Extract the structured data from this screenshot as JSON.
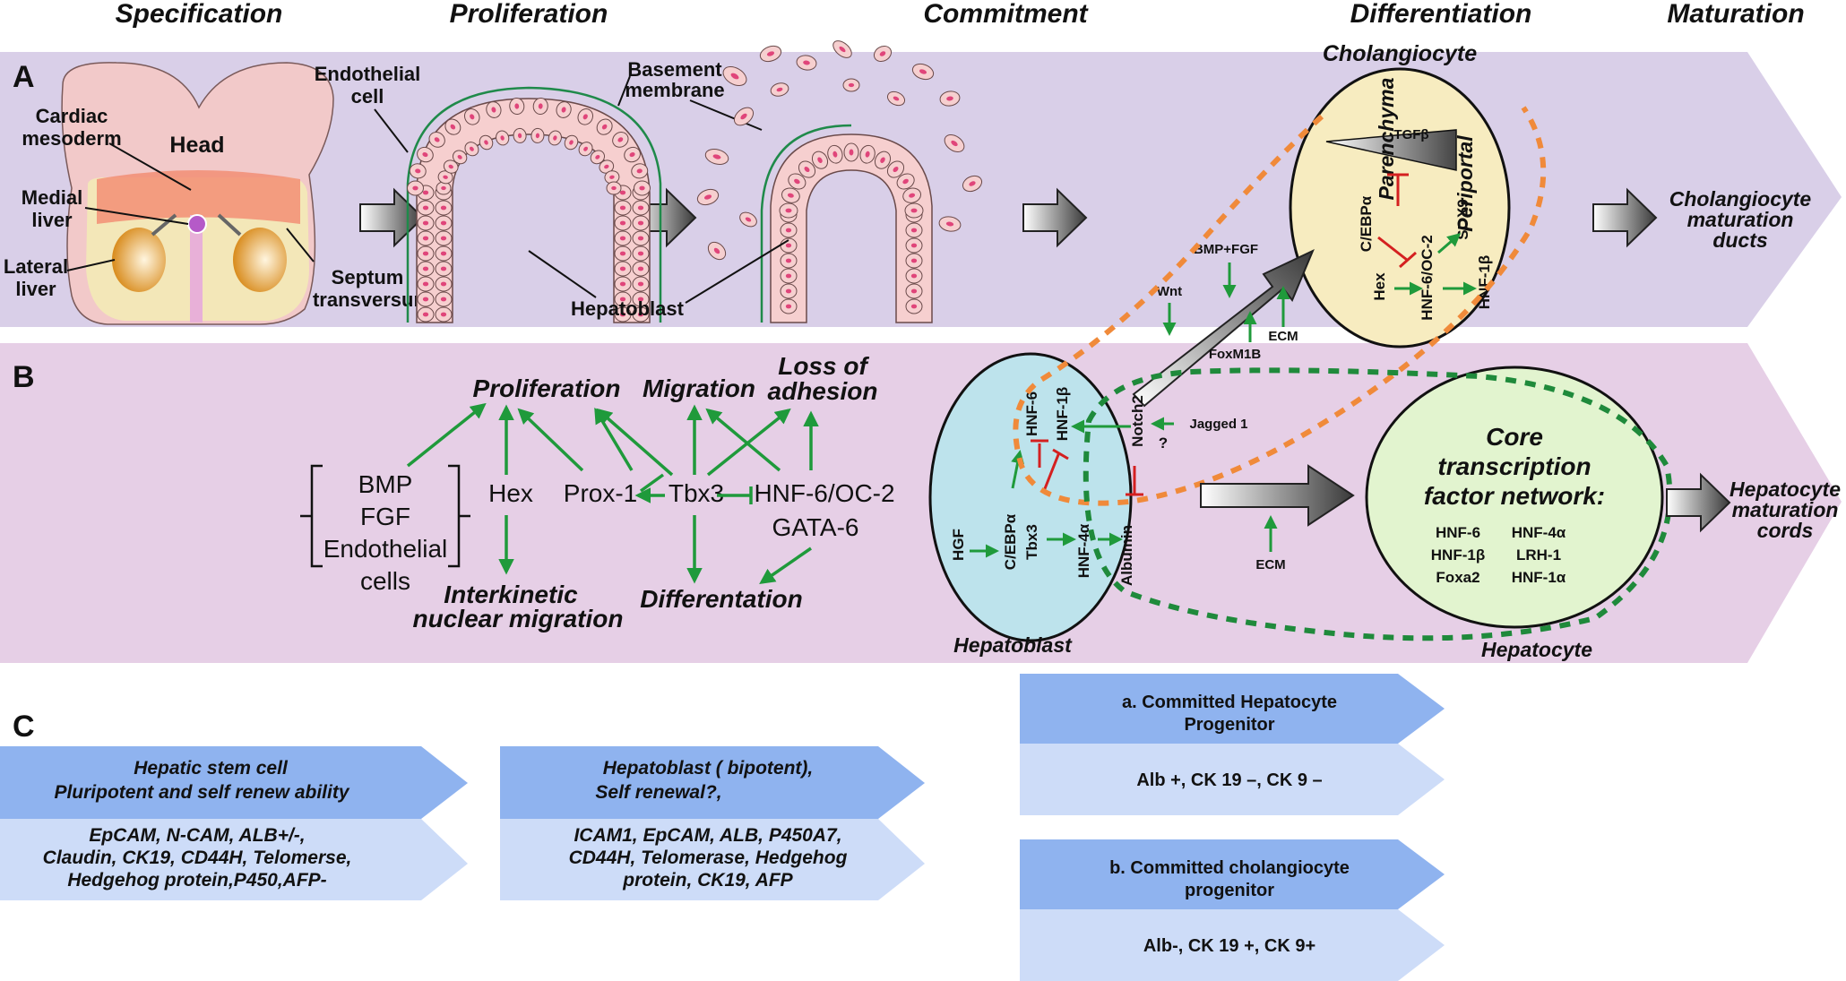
{
  "stages": [
    "Specification",
    "Proliferation",
    "Commitment",
    "Differentiation",
    "Maturation"
  ],
  "panels": {
    "a": "A",
    "b": "B",
    "c": "C"
  },
  "panel_a": {
    "head": "Head",
    "cardiac_mesoderm": [
      "Cardiac",
      "mesoderm"
    ],
    "medial_liver": [
      "Medial",
      "liver"
    ],
    "lateral_liver": [
      "Lateral",
      "liver"
    ],
    "septum_transversum": [
      "Septum",
      "transversum"
    ],
    "endothelial_cell": [
      "Endothelial",
      "cell"
    ],
    "basement_membrane": [
      "Basement",
      "membrane"
    ],
    "hepatoblast": "Hepatoblast",
    "cholangiocyte": "Cholangiocyte",
    "parenchyma": "Parenchyma",
    "periportal": "Periportal",
    "tgfb": "TGFβ",
    "cebpa": "C/EBPα",
    "hex": "Hex",
    "hnf6_oc2": "HNF-6/OC-2",
    "sox9": "SOX9",
    "hnf1b": "HNF-1β",
    "cholangiocyte_maturation": [
      "Cholangiocyte",
      "maturation",
      "ducts"
    ]
  },
  "panel_b": {
    "bmp": "BMP",
    "fgf": "FGF",
    "endothelial": "Endothelial",
    "cells": "cells",
    "hex": "Hex",
    "prox1": "Prox-1",
    "tbx3": "Tbx3",
    "hnf6_oc2": "HNF-6/OC-2",
    "gata6": "GATA-6",
    "proliferation": "Proliferation",
    "migration": "Migration",
    "loss_of_adhesion": [
      "Loss of",
      "adhesion"
    ],
    "interkinetic": [
      "Interkinetic",
      "nuclear migration"
    ],
    "differentation": "Differentation",
    "bmp_fgf": "BMP+FGF",
    "wnt": "Wnt",
    "ecm": "ECM",
    "foxm1b": "FoxM1B",
    "jagged1": "Jagged 1",
    "question": "?",
    "hgf": "HGF",
    "hb_cebpa": "C/EBPα",
    "hb_tbx3": "Tbx3",
    "hb_hnf6": "HNF-6",
    "hb_hnf1b": "HNF-1β",
    "hb_hnf4a": "HNF-4α",
    "hb_albumin": "Albumin",
    "hb_notch2": "Notch2",
    "hepatoblast": "Hepatoblast",
    "hepatocyte": "Hepatocyte",
    "core": [
      "Core",
      "transcription",
      "factor network:"
    ],
    "core_tfs": [
      "HNF-6",
      "HNF-4α",
      "HNF-1β",
      "LRH-1",
      "Foxa2",
      "HNF-1α"
    ],
    "hepatocyte_maturation": [
      "Hepatocyte",
      "maturation",
      "cords"
    ]
  },
  "panel_c": {
    "stem_title": [
      "Hepatic stem cell",
      "Pluripotent  and self renew ability"
    ],
    "stem_markers": [
      "EpCAM, N-CAM, ALB+/-,",
      "Claudin, CK19, CD44H, Telomerse,",
      "Hedgehog protein,P450,AFP-"
    ],
    "hb_title": [
      "Hepatoblast ( bipotent),",
      "Self renewal?,"
    ],
    "hb_markers": [
      "ICAM1, EpCAM, ALB, P450A7,",
      "CD44H, Telomerase, Hedgehog",
      "protein, CK19, AFP"
    ],
    "hep_prog_title": [
      "a. Committed Hepatocyte",
      "Progenitor"
    ],
    "hep_prog_markers": "Alb +, CK 19 –, CK 9 –",
    "chol_prog_title": [
      "b. Committed cholangiocyte",
      "progenitor"
    ],
    "chol_prog_markers": "Alb-, CK 19 +, CK 9+"
  },
  "colors": {
    "band_a": "#d9cfe8",
    "band_b": "#e6cfe6",
    "arrow_dark": "#4a6fd8",
    "arrow_light": "#c7d7f7",
    "green": "#1f9a3b",
    "red": "#d42020",
    "orange": "#f08a3a",
    "hepatoblast_fill": "#bde3ec",
    "hepatocyte_fill": "#e2f4cf",
    "cholangiocyte_fill": "#f7ecc0",
    "cell_fill": "#f6cfcf",
    "nucleus": "#e0457a"
  }
}
